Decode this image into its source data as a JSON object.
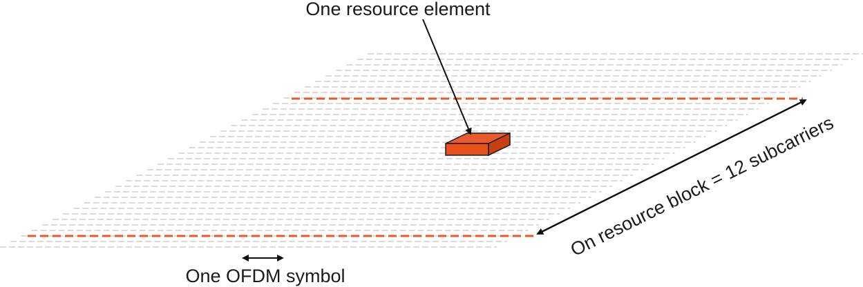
{
  "diagram": {
    "labels": {
      "resource_element": "One resource element",
      "resource_block": "On resource block = 12 subcarriers",
      "ofdm_symbol": "One OFDM symbol"
    },
    "colors": {
      "grid_line": "#c4c4c4",
      "boundary_line": "#e05a2b",
      "element_top": "#e95a2c",
      "element_front": "#e8501c",
      "element_side": "#c74012",
      "element_outline": "#1a1a1a",
      "arrow": "#111111"
    }
  }
}
